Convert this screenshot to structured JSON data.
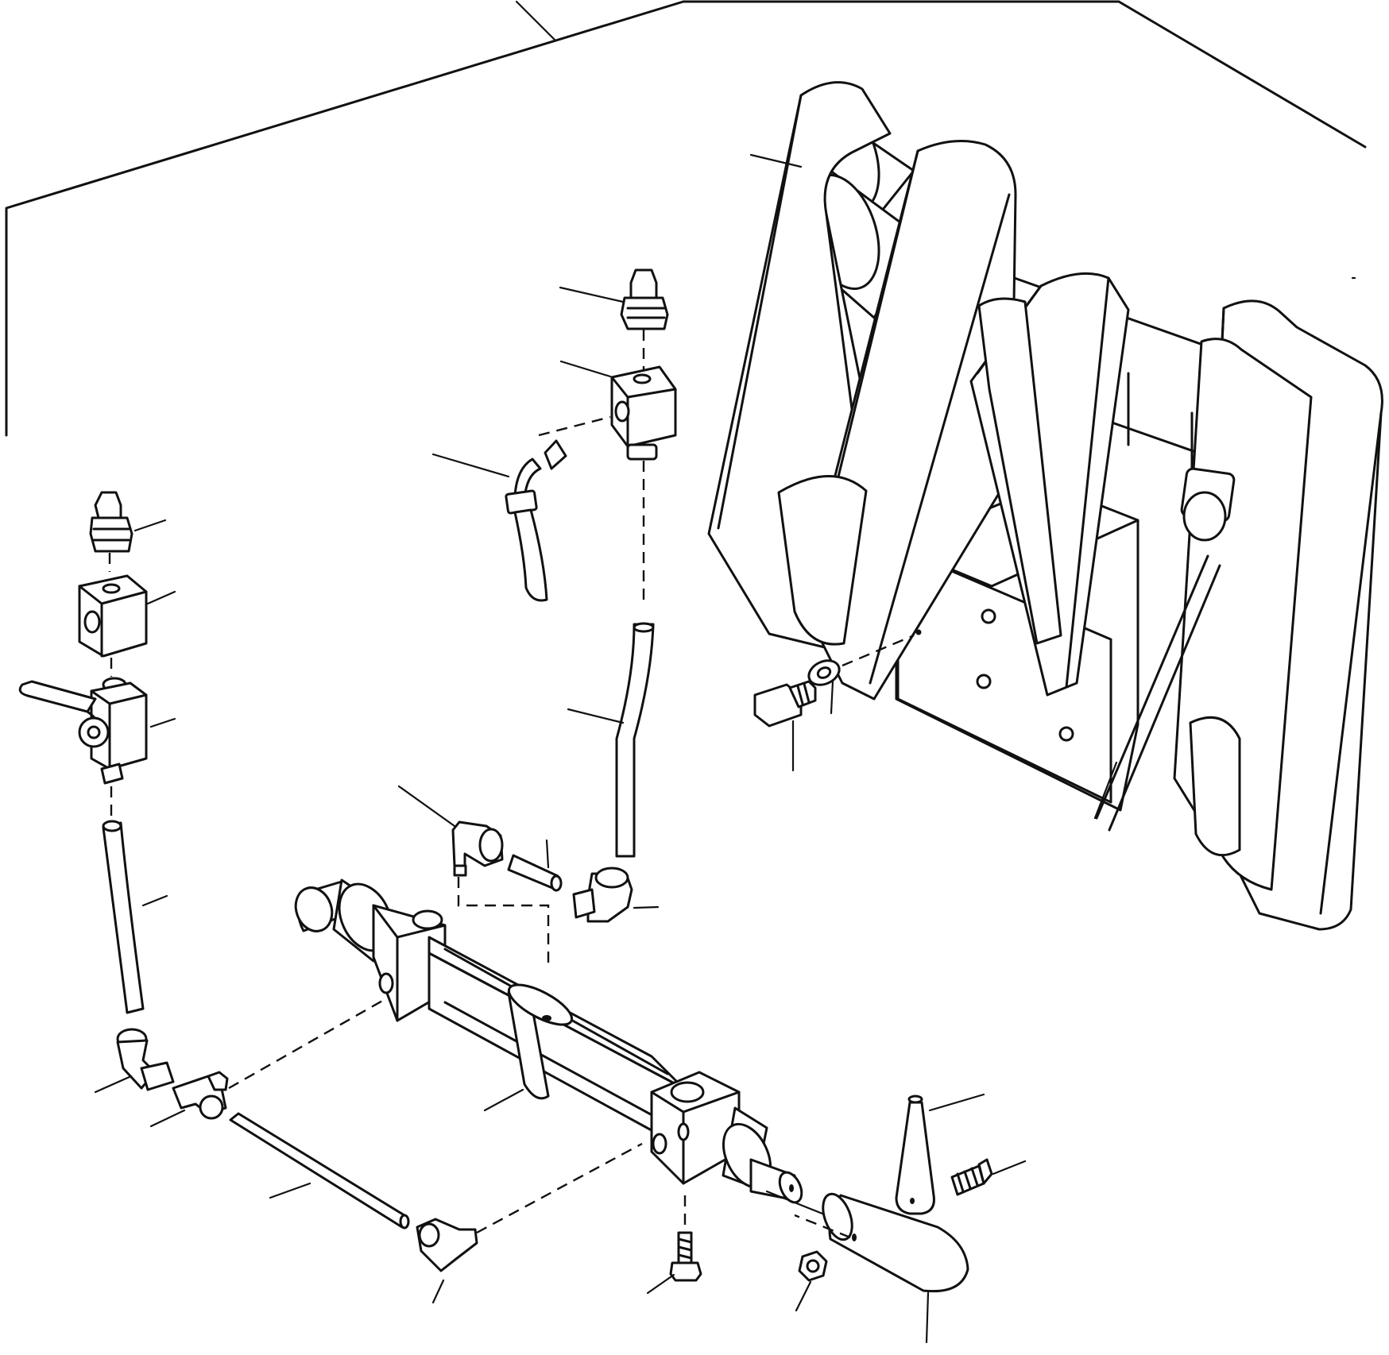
{
  "diagram": {
    "type": "exploded-parts-view",
    "callout_numbers_printed": false,
    "parts": [
      {
        "id": "frame",
        "icon": "quick-coupler-frame-icon"
      },
      {
        "id": "hydraulic-cylinder",
        "icon": "hydraulic-cylinder-icon"
      },
      {
        "id": "locking-pin",
        "icon": "locking-pin-icon"
      },
      {
        "id": "pin-lever",
        "icon": "lever-icon"
      },
      {
        "id": "shut-off-valve",
        "icon": "ball-valve-icon"
      },
      {
        "id": "quick-coupling-left",
        "icon": "quick-coupling-icon"
      },
      {
        "id": "quick-coupling-right",
        "icon": "quick-coupling-icon"
      },
      {
        "id": "block-left",
        "icon": "adapter-block-icon"
      },
      {
        "id": "block-right",
        "icon": "adapter-block-icon"
      },
      {
        "id": "hose-left",
        "icon": "hose-icon"
      },
      {
        "id": "hose-right",
        "icon": "hose-icon"
      },
      {
        "id": "hose-curved",
        "icon": "hose-icon"
      },
      {
        "id": "tube-bottom",
        "icon": "tube-icon"
      },
      {
        "id": "elbow-fittings",
        "icon": "elbow-fitting-icon"
      },
      {
        "id": "tee-fitting",
        "icon": "tee-fitting-icon"
      },
      {
        "id": "nipple",
        "icon": "nipple-icon"
      },
      {
        "id": "hex-bolt",
        "icon": "hex-bolt-icon"
      },
      {
        "id": "washer",
        "icon": "washer-icon"
      },
      {
        "id": "screws",
        "icon": "screw-icon"
      },
      {
        "id": "nut",
        "icon": "nut-icon"
      }
    ],
    "colors": {
      "line": "#111111",
      "background": "#ffffff"
    }
  }
}
